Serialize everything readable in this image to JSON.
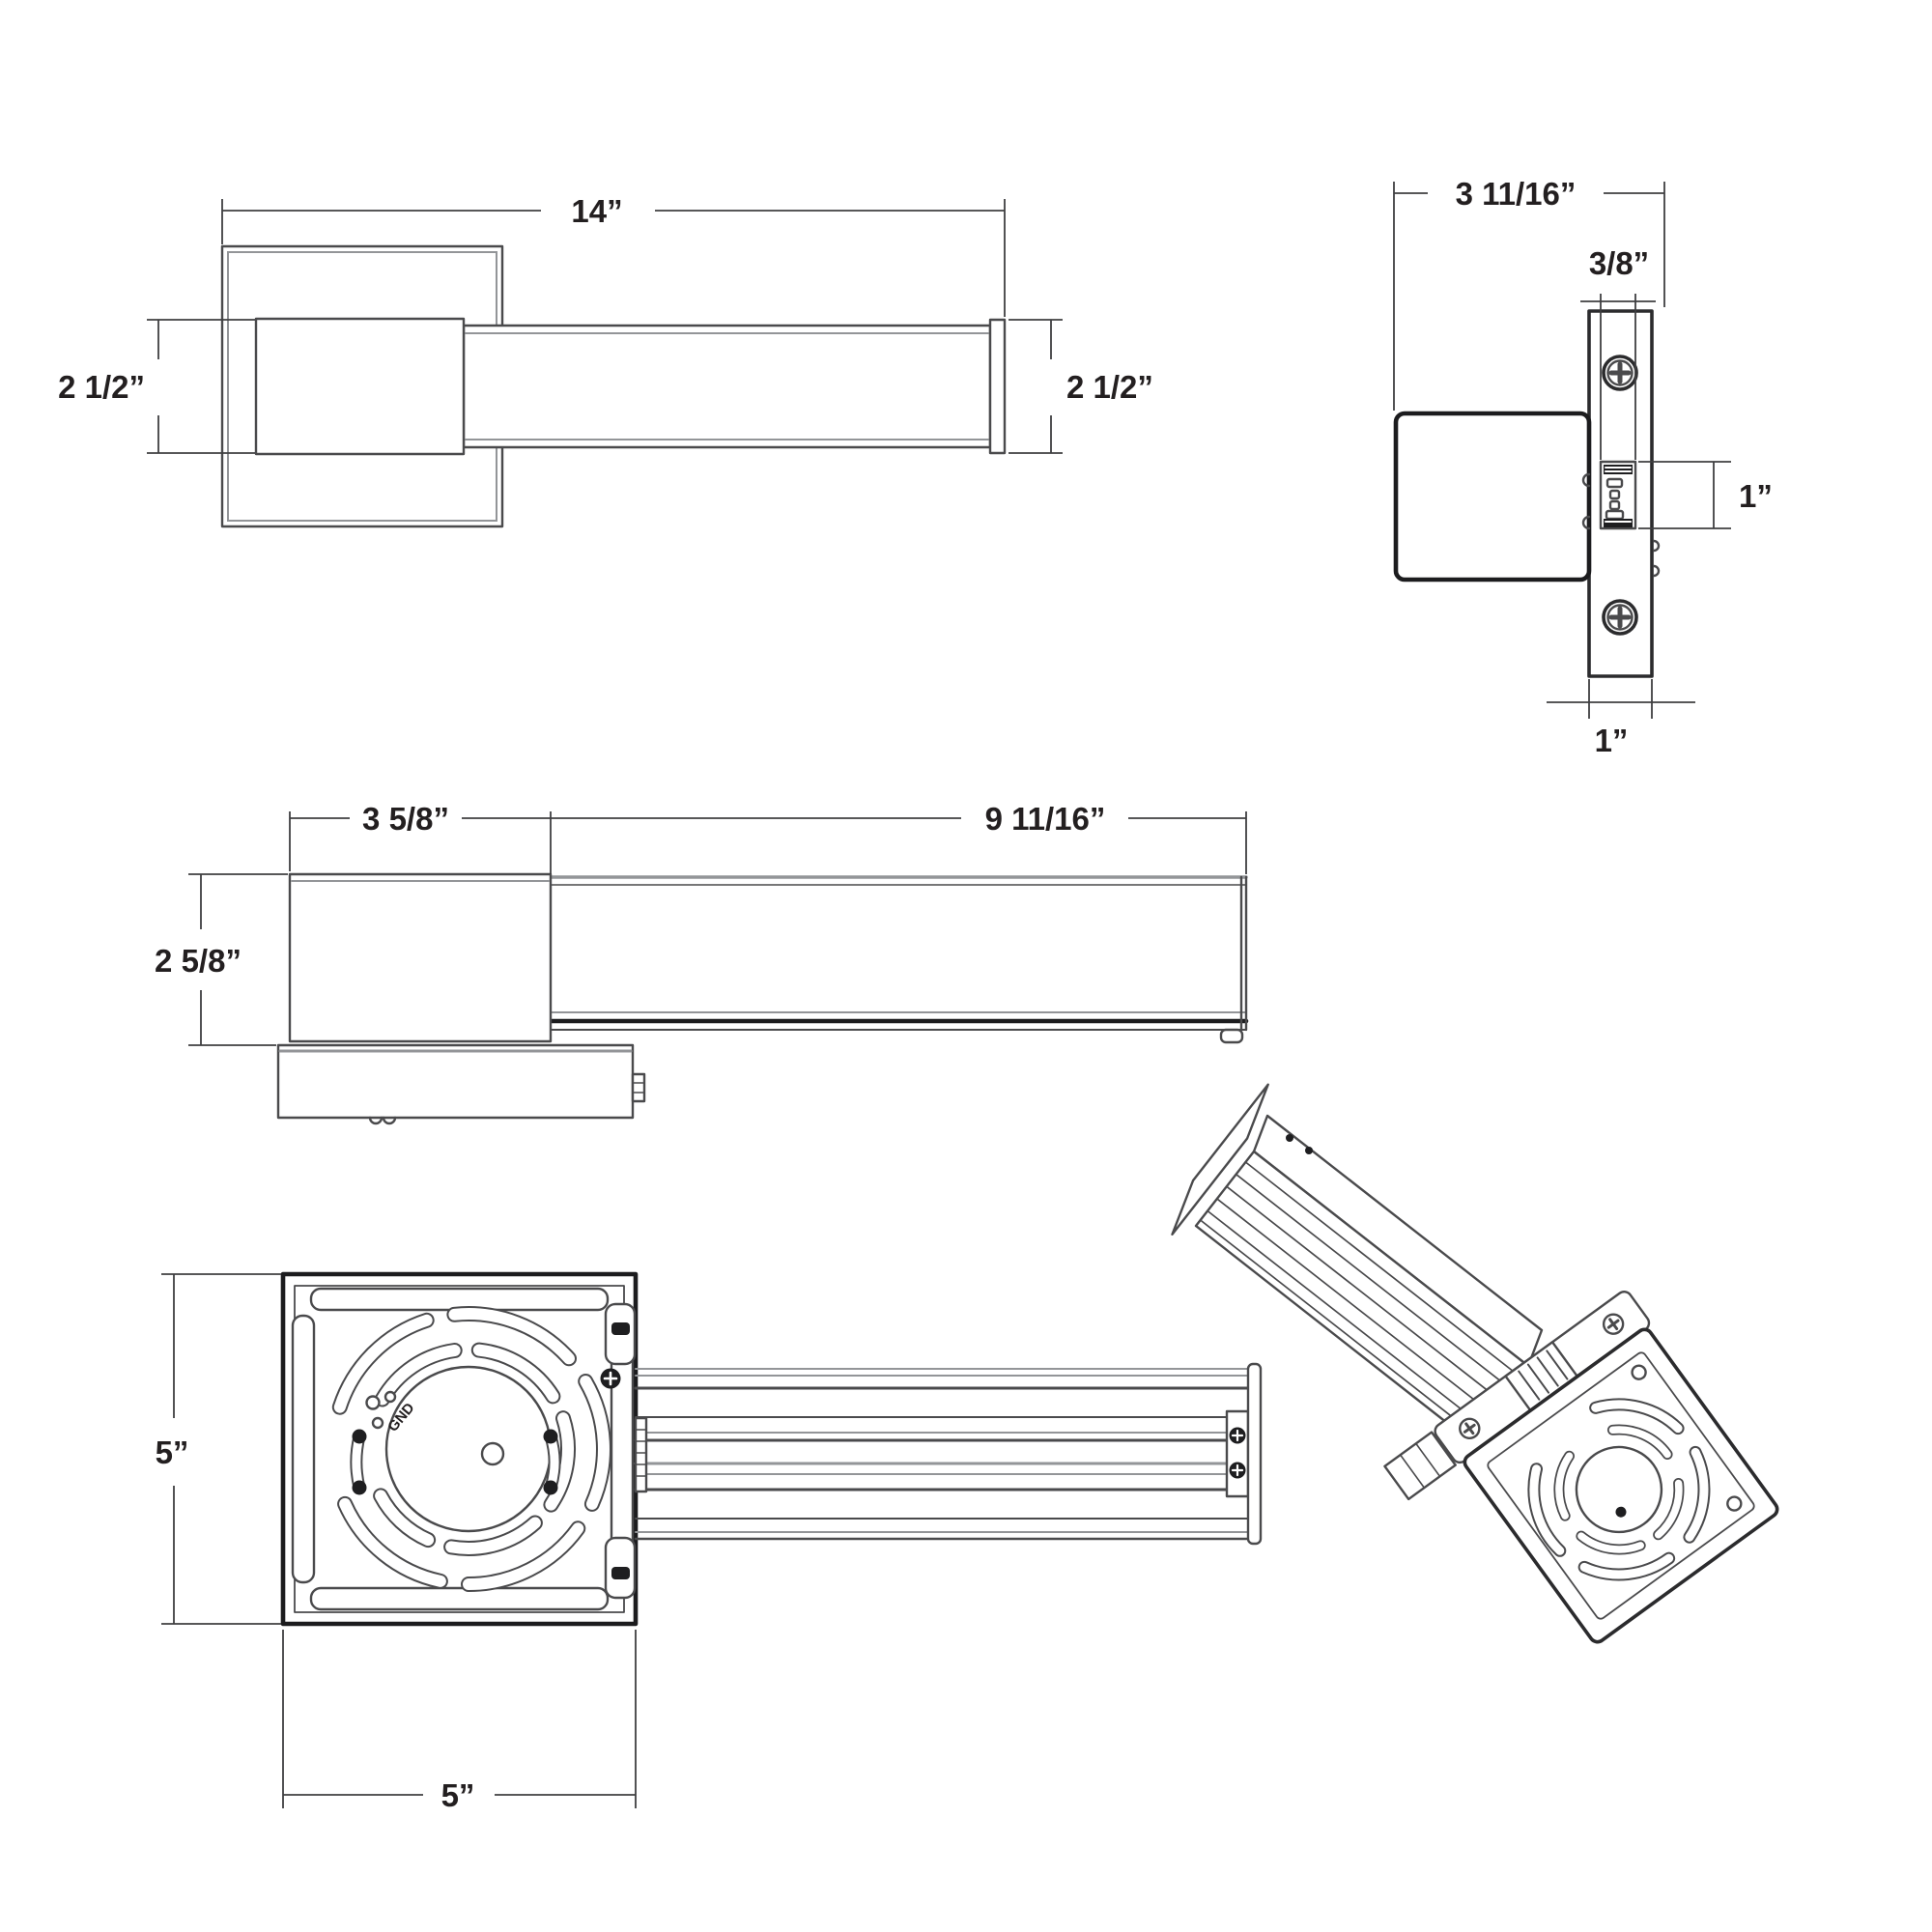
{
  "drawing": {
    "type": "technical-dimension-sheet",
    "subject": "square wall-mount LED fixture with extended light bar",
    "background_color": "#ffffff",
    "line_color": "#4a4a4c",
    "text_color": "#231f20"
  },
  "views": {
    "front": {
      "dims": {
        "overall_width": "14”",
        "body_height": "2 1/2”",
        "bar_height": "2 1/2”"
      }
    },
    "side": {
      "dims": {
        "overall_depth": "3 11/16”",
        "conduit_width": "3/8”",
        "terminal_height": "1”",
        "plate_depth": "1”"
      }
    },
    "top": {
      "dims": {
        "body_width": "3 5/8”",
        "arm_length": "9 11/16”",
        "body_depth": "2 5/8”"
      }
    },
    "back": {
      "dims": {
        "plate_height": "5”",
        "plate_width": "5”"
      },
      "labels": {
        "ground": "GND"
      }
    },
    "isometric": {}
  }
}
